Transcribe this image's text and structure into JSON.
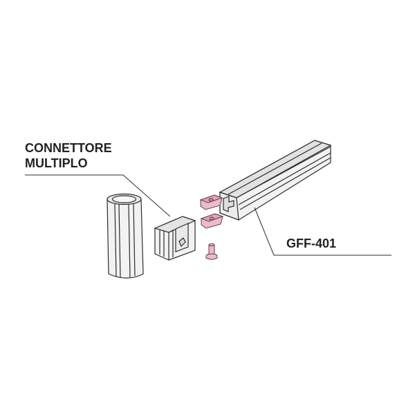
{
  "labels": {
    "connettore_line1": "CONNETTORE",
    "connettore_line2": "MULTIPLO",
    "part_code": "GFF-401"
  },
  "colors": {
    "outline": "#2b2b2b",
    "metal": "#f2f2f2",
    "metal_shade": "#dcdcdc",
    "pink_part": "#e7bccb",
    "pink_outline": "#6a3b4a",
    "leader_line": "#2b2b2b"
  }
}
